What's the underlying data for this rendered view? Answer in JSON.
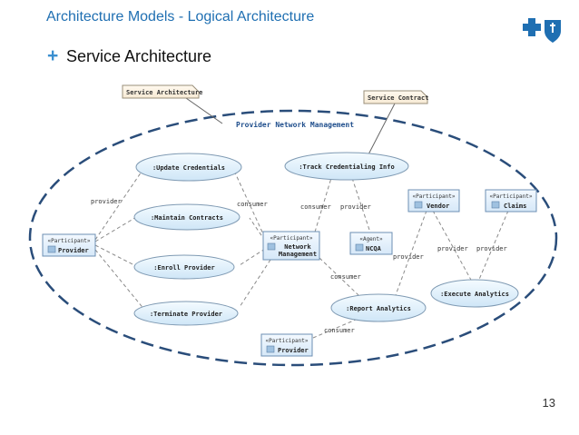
{
  "header": {
    "title": "Architecture Models - Logical Architecture"
  },
  "section": {
    "bullet": "+",
    "title": "Service Architecture"
  },
  "diagram": {
    "boundary_label": "Provider Network Management",
    "notes": {
      "service_architecture": "Service Architecture",
      "service_contract": "Service Contract"
    },
    "use_cases": {
      "update": ":Update Credentials",
      "maintain": ":Maintain Contracts",
      "enroll": ":Enroll Provider",
      "terminate": ":Terminate Provider",
      "track": ":Track Credentialing Info",
      "report": ":Report Analytics",
      "execute": ":Execute Analytics"
    },
    "actors": {
      "provider_left": {
        "stereotype": "«Participant»",
        "name": "Provider"
      },
      "network": {
        "stereotype": "«Participant»",
        "name_line1": "Network",
        "name_line2": "Management"
      },
      "ncqa": {
        "stereotype": "«Agent»",
        "name": "NCQA"
      },
      "vendor": {
        "stereotype": "«Participant»",
        "name": "Vendor"
      },
      "claims": {
        "stereotype": "«Participant»",
        "name": "Claims"
      },
      "provider_bottom": {
        "stereotype": "«Participant»",
        "name": "Provider"
      }
    },
    "role_labels": {
      "provider_left": "provider",
      "consumer_left": "consumer",
      "consumer_track": "consumer",
      "provider_track": "provider",
      "provider_vendor": "provider",
      "provider_claims": "provider",
      "provider_report": "provider",
      "consumer_report": "consumer",
      "consumer_bottom": "consumer"
    }
  },
  "footer": {
    "page_number": "13"
  },
  "colors": {
    "accent": "#1f6fb2",
    "bullet": "#3b8fd0",
    "boundary": "#2a4d7a",
    "use_case_fill": "#dceefa"
  }
}
